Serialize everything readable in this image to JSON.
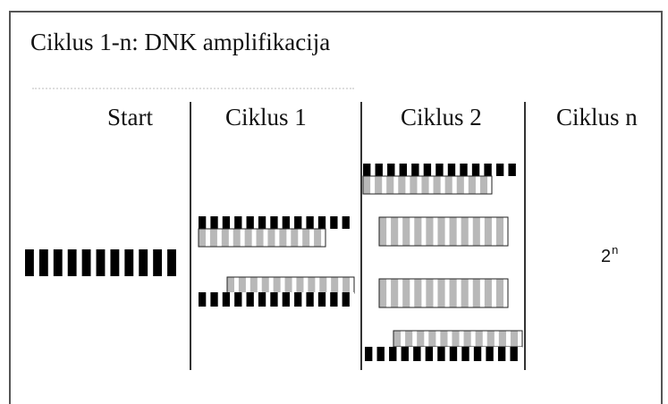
{
  "title": "Ciklus 1-n: DNK amplifikacija",
  "columns": [
    "Start",
    "Ciklus 1",
    "Ciklus 2",
    "Ciklus n"
  ],
  "result": {
    "base": "2",
    "exponent": "n"
  },
  "colors": {
    "original_strand": "#000000",
    "new_strand": "#b8b8b8",
    "background": "#ffffff"
  }
}
